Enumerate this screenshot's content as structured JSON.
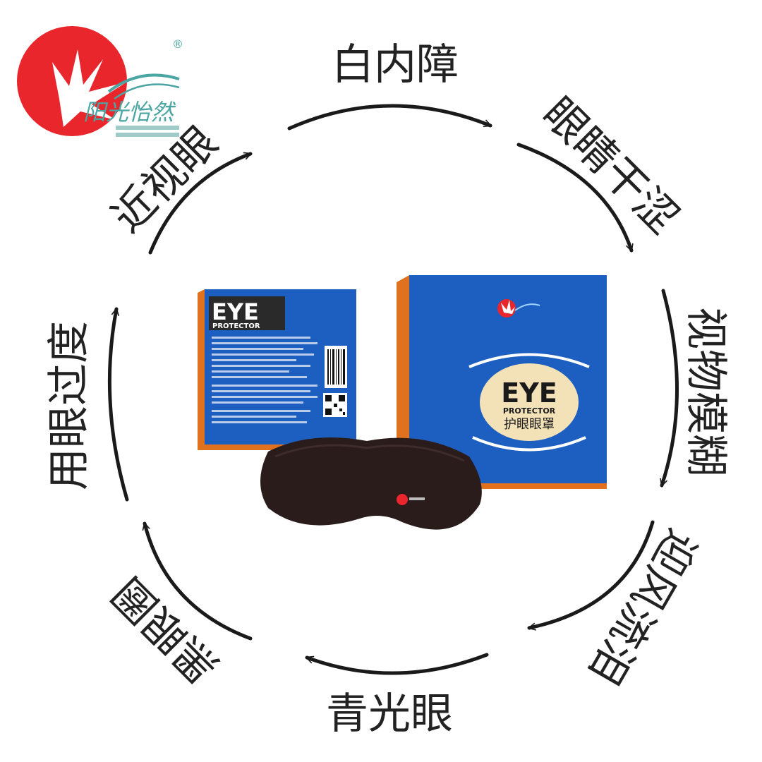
{
  "brand": {
    "name_cn": "阳光怡然",
    "registered_mark": "®",
    "red": "#e8262c",
    "teal": "#4aa6a3"
  },
  "cycle": {
    "stroke_color": "#1a1a1a",
    "steps": [
      {
        "id": "cataract",
        "label": "白内障"
      },
      {
        "id": "dry-eyes",
        "label": "眼睛干涩"
      },
      {
        "id": "blurred-vision",
        "label": "视物模糊"
      },
      {
        "id": "tearing-in-wind",
        "label": "迎风流泪"
      },
      {
        "id": "glaucoma",
        "label": "青光眼"
      },
      {
        "id": "dark-circles",
        "label": "黑眼圈"
      },
      {
        "id": "eye-overuse",
        "label": "用眼过度"
      },
      {
        "id": "myopia",
        "label": "近视眼"
      }
    ]
  },
  "product": {
    "box_small": {
      "title": "EYE",
      "subtitle": "PROTECTOR"
    },
    "box_large": {
      "title": "EYE",
      "subtitle": "PROTECTOR",
      "name_cn": "护眼眼罩"
    },
    "colors": {
      "blue": "#1d5fc0",
      "blue_dark": "#144a9a",
      "orange": "#e0721f",
      "mask": "#2b1c1c"
    }
  }
}
